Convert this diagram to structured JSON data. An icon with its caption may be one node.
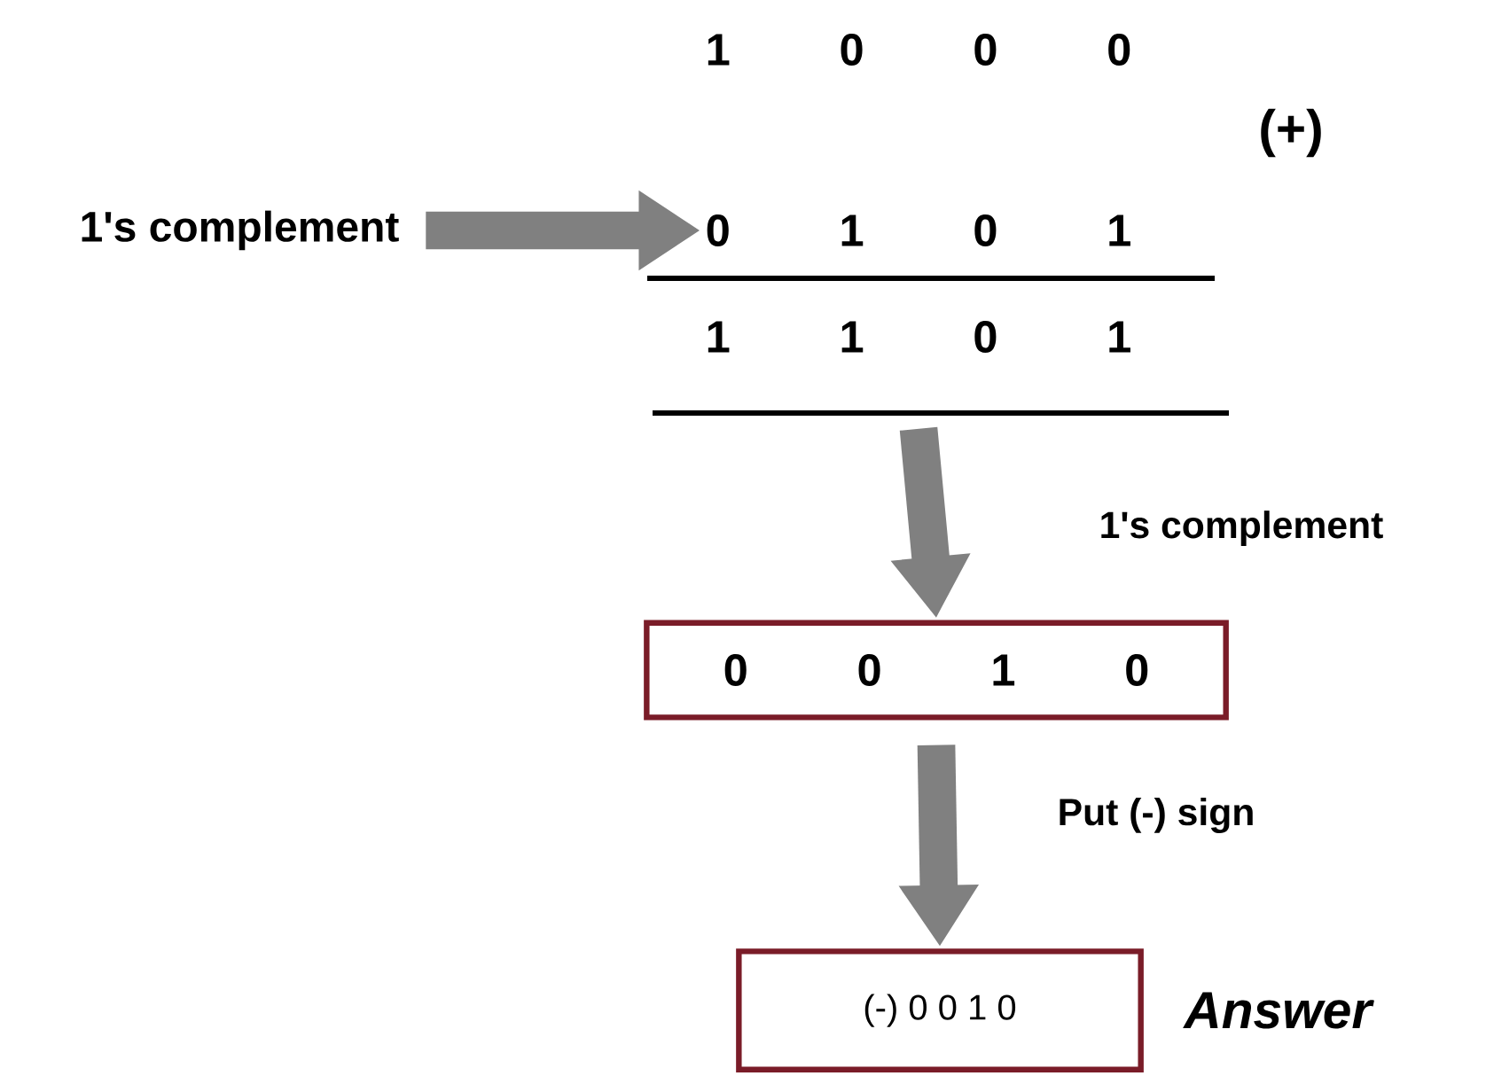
{
  "diagram": {
    "nodes": [
      {
        "text": [
          "1's complement"
        ]
      },
      {
        "text": [
          "1 0 0 0"
        ]
      },
      {
        "text": [
          "0 1 0 1"
        ]
      },
      {
        "text": [
          "1 1 0 1"
        ]
      },
      {
        "text": [
          "0 0 1 0"
        ]
      },
      {
        "text": [
          "(-) 0 0 1 0"
        ],
        "beside": [
          "Answer"
        ]
      }
    ],
    "edges": [
      {
        "from": 0,
        "to": 2,
        "arrow": "to"
      },
      {
        "from": 3,
        "to": 4,
        "arrow": "to",
        "label": "1's complement"
      },
      {
        "from": 4,
        "to": 5,
        "arrow": "to",
        "label": "Put (-) sign"
      }
    ],
    "labels": [
      "(+)"
    ]
  }
}
